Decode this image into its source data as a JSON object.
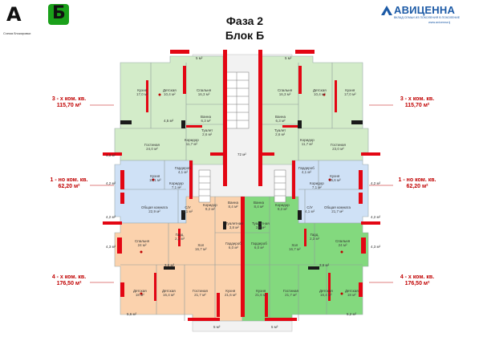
{
  "header": {
    "letter_a": "А",
    "letter_b": "Б",
    "scheme_caption": "Схема блокировки",
    "title_phase": "Фаза 2",
    "title_block": "Блок Б",
    "brand_name": "АВИЦЕННА",
    "brand_slogan": "ВКЛАД СЕМЬИ ИЗ ПОКОЛЕНИЯ В ПОКОЛЕНИЕ",
    "brand_url": "www.avicenna.tj"
  },
  "apartments": {
    "three_room": {
      "type": "3 - х ком. кв.",
      "area": "115,70 м²"
    },
    "one_room": {
      "type": "1 - но ком. кв.",
      "area": "62,20 м²"
    },
    "four_room": {
      "type": "4 - х ком. кв.",
      "area": "176,50 м²"
    }
  },
  "rooms": {
    "kitchen": "Кухня",
    "kids": "Детская",
    "bedroom": "Спальня",
    "bath": "Ванна",
    "toilet": "Туалет",
    "corridor": "Коридор",
    "living": "Гостиная",
    "wardrobe": "Гардероб",
    "common": "Общая комната",
    "sanuzel": "С/У",
    "hall": "Хол",
    "garderobe_short": "Гард.",
    "toilet_bath": "Туалетная"
  },
  "areas": {
    "a1": "5 м²",
    "a2": "5 м²",
    "kitchen_tl": "17,0 м²",
    "kids_tl": "10,4 м²",
    "bed_tl": "16,3 м²",
    "bath_tl": "6,3 м²",
    "toilet_tl": "2,6 м²",
    "corr_tl": "11,7 м²",
    "living_tl": "24,0 м²",
    "balc_tl": "4,5 м²",
    "small_tl": "4,3 м²",
    "kitchen_tr": "17,0 м²",
    "kids_tr": "10,4 м²",
    "bed_tr": "16,3 м²",
    "bath_tr": "6,3 м²",
    "toilet_tr": "2,6 м²",
    "corr_tr": "11,7 м²",
    "living_tr": "23,0 м²",
    "lobby": "72 м²",
    "ward_l": "4,1 м²",
    "kitchen_ml": "15,1 м²",
    "corr_ml": "7,1 м²",
    "common_ml": "22,9 м²",
    "su_ml": "4,1 м²",
    "side_ml": "4,2 м²",
    "ward_r": "4,1 м²",
    "kitchen_mr": "15,6 м²",
    "corr_mr": "7,1 м²",
    "common_mr": "21,7 м²",
    "su_mr": "4,1 м²",
    "side_mr": "4,2 м²",
    "bath_bl": "8,4 м²",
    "bath_br": "8,4 м²",
    "corr_bl": "9,2 м²",
    "corr_br": "9,2 м²",
    "tb_bl": "3,8 м²",
    "tb_br": "3,8 м²",
    "ward_bl": "6,0 м²",
    "ward_br": "6,0 м²",
    "bed_bl": "24 м²",
    "bed_br": "24 м²",
    "hall_bl": "16,7 м²",
    "hall_br": "16,7 м²",
    "gard_bl": "2,3 м²",
    "gard_br": "2,3 м²",
    "kids_bl1": "18 м²",
    "kids_bl2": "16,4 м²",
    "living_bl": "21,7 м²",
    "kitchen_bl": "21,6 м²",
    "kitchen_br": "21,6 м²",
    "living_br": "21,7 м²",
    "kids_br1": "16,4 м²",
    "kids_br2": "18 м²",
    "balc_bl": "3,6 м²",
    "balc_br": "3,6 м²",
    "small_bl": "4,3 м²",
    "small_br": "4,3 м²",
    "corner_bl": "5,6 м²",
    "corner_br": "5,2 м²",
    "bottom_bl": "5 м²",
    "bottom_br": "5 м²"
  },
  "colors": {
    "green": "#d3ecc9",
    "blue": "#cfe1f6",
    "orange": "#fbd2ad",
    "bright_green": "#83d97e",
    "wall": "#e30613",
    "brand_blue": "#1c5aa6",
    "black_block": "#1a1a1a"
  }
}
